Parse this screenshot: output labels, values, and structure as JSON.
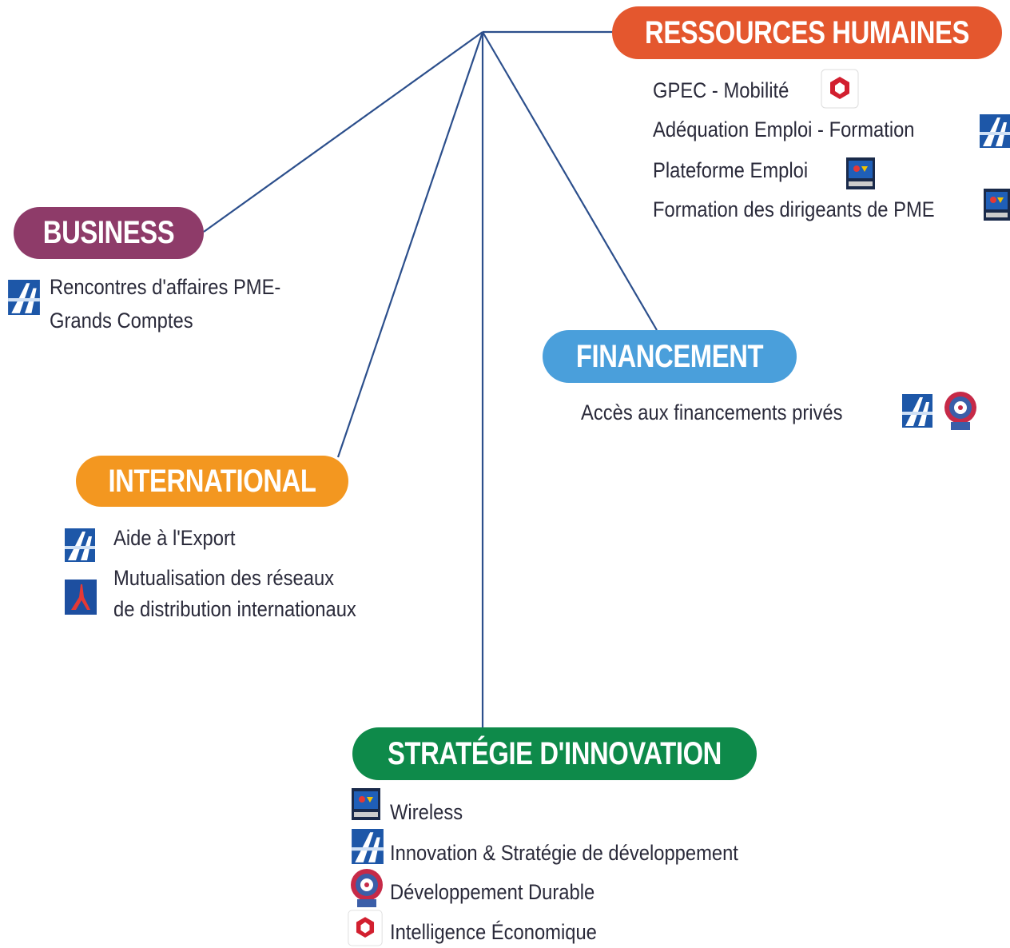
{
  "colors": {
    "line": "#2c4f8c",
    "rh": "#e4572e",
    "business": "#8e3b69",
    "international": "#f39720",
    "financement": "#4a9fdb",
    "strategie": "#0e8a4a"
  },
  "categories": {
    "rh": {
      "title": "RESSOURCES HUMAINES",
      "items": [
        {
          "label": "GPEC - Mobilité",
          "icon": "red-hex-logo-icon"
        },
        {
          "label": "Adéquation Emploi - Formation",
          "icon": "blue-tower-logo-icon"
        },
        {
          "label": "Plateforme Emploi",
          "icon": "dark-square-logo-icon"
        },
        {
          "label": "Formation des dirigeants de PME",
          "icon": "dark-square-logo-icon"
        }
      ]
    },
    "business": {
      "title": "BUSINESS",
      "items": [
        {
          "label": "Rencontres d'affaires PME-",
          "icon": "blue-tower-logo-icon"
        },
        {
          "label": "Grands Comptes"
        }
      ]
    },
    "financement": {
      "title": "FINANCEMENT",
      "items": [
        {
          "label": "Accès aux financements privés",
          "icons": [
            "blue-tower-logo-icon",
            "seal-logo-icon"
          ]
        }
      ]
    },
    "international": {
      "title": "INTERNATIONAL",
      "items": [
        {
          "label": "Aide à l'Export",
          "icon": "blue-tower-logo-icon"
        },
        {
          "label": "Mutualisation des réseaux",
          "icon": "red-tower-logo-icon"
        },
        {
          "label": "de distribution internationaux"
        }
      ]
    },
    "strategie": {
      "title": "STRATÉGIE D'INNOVATION",
      "items": [
        {
          "label": "Wireless",
          "icon": "dark-square-logo-icon"
        },
        {
          "label": "Innovation & Stratégie de développement",
          "icon": "blue-tower-logo-icon"
        },
        {
          "label": "Développement Durable",
          "icon": "seal-logo-icon"
        },
        {
          "label": "Intelligence Économique",
          "icon": "red-hex-logo-icon"
        }
      ]
    }
  }
}
